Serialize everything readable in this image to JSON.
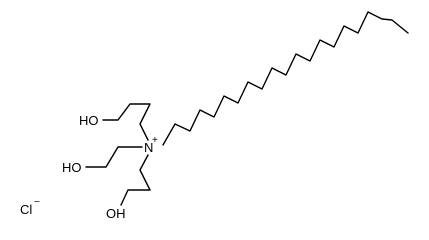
{
  "molecule": {
    "atom_labels": {
      "oh_top": "HO",
      "oh_middle": "HO",
      "oh_bottom": "OH",
      "nitrogen": "N",
      "nitrogen_charge": "+",
      "chloride": "Cl",
      "chloride_charge": "−"
    },
    "colors": {
      "bond": "#000000",
      "label": "#000000",
      "background": "#ffffff"
    }
  }
}
